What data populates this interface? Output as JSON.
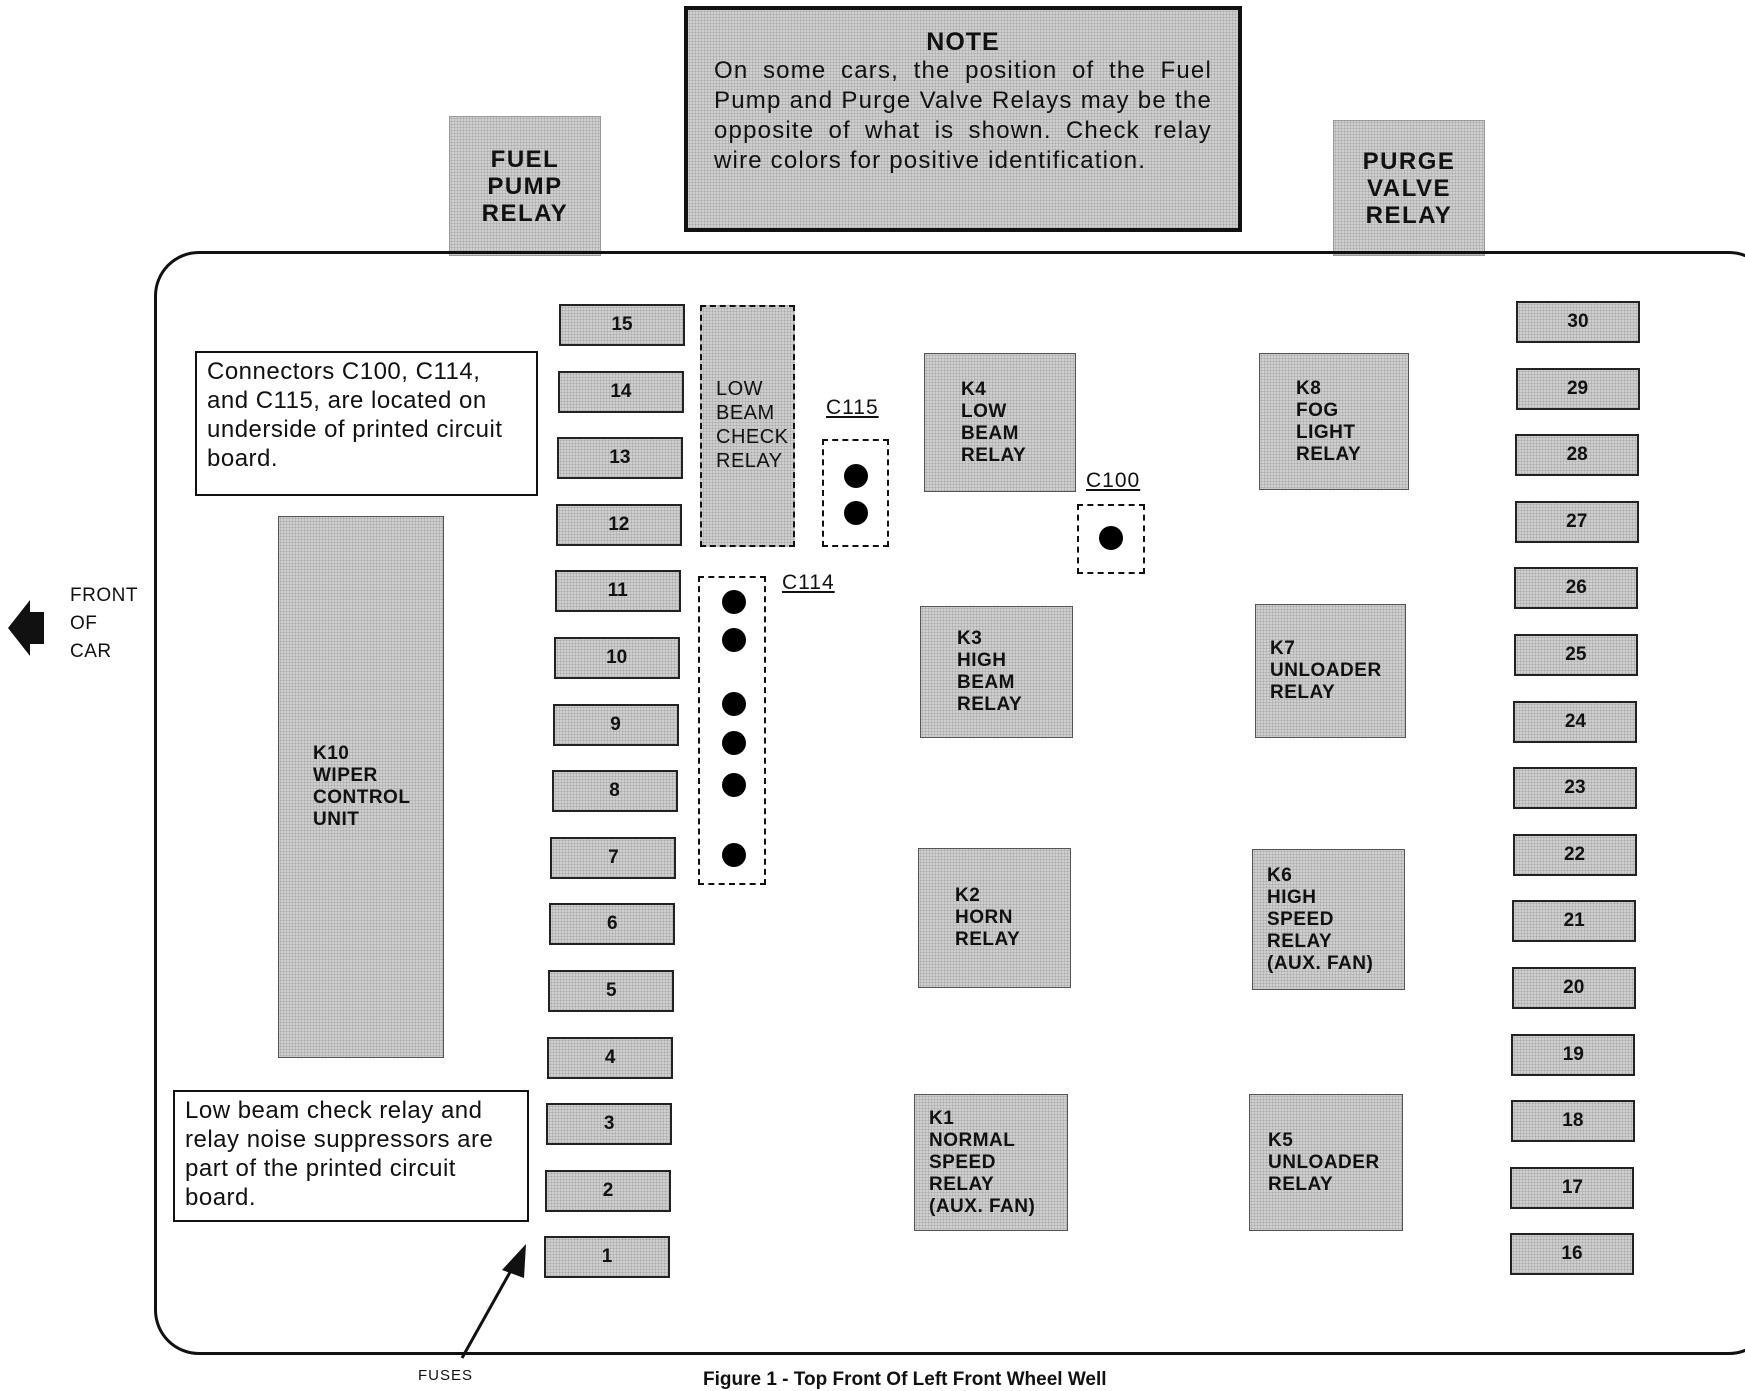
{
  "note": {
    "title": "NOTE",
    "text": "On some cars, the position of the Fuel Pump and Purge Valve Relays may be the opposite of what is shown. Check relay wire colors for positive identification."
  },
  "top_relays": {
    "fuel_pump": "FUEL\nPUMP\nRELAY",
    "purge_valve": "PURGE\nVALVE\nRELAY"
  },
  "notes": {
    "connectors": "Connectors C100, C114, and C115, are located on underside of printed circuit board.",
    "low_beam": "Low beam check relay and relay noise suppressors are part of the printed circuit board."
  },
  "front_of_car": "FRONT\nOF\nCAR",
  "fuses_label": "FUSES",
  "caption": "Figure 1 - Top Front Of Left Front Wheel Well",
  "connectors": {
    "c115": "C115",
    "c114": "C114",
    "c100": "C100"
  },
  "fuses_left": [
    "15",
    "14",
    "13",
    "12",
    "11",
    "10",
    "9",
    "8",
    "7",
    "6",
    "5",
    "4",
    "3",
    "2",
    "1"
  ],
  "fuses_right": [
    "30",
    "29",
    "28",
    "27",
    "26",
    "25",
    "24",
    "23",
    "22",
    "21",
    "20",
    "19",
    "18",
    "17",
    "16"
  ],
  "relays": {
    "k10": "K10\nWIPER\nCONTROL\nUNIT",
    "low_beam_check": "LOW\nBEAM\nCHECK\nRELAY",
    "k4": "K4\nLOW\nBEAM\nRELAY",
    "k8": "K8\nFOG\nLIGHT\nRELAY",
    "k3": "K3\nHIGH\nBEAM\nRELAY",
    "k7": "K7\nUNLOADER\nRELAY",
    "k2": "K2\nHORN\nRELAY",
    "k6": "K6\nHIGH\nSPEED\nRELAY\n(AUX. FAN)",
    "k1": "K1\nNORMAL\nSPEED\nRELAY\n(AUX. FAN)",
    "k5": "K5\nUNLOADER\nRELAY"
  }
}
